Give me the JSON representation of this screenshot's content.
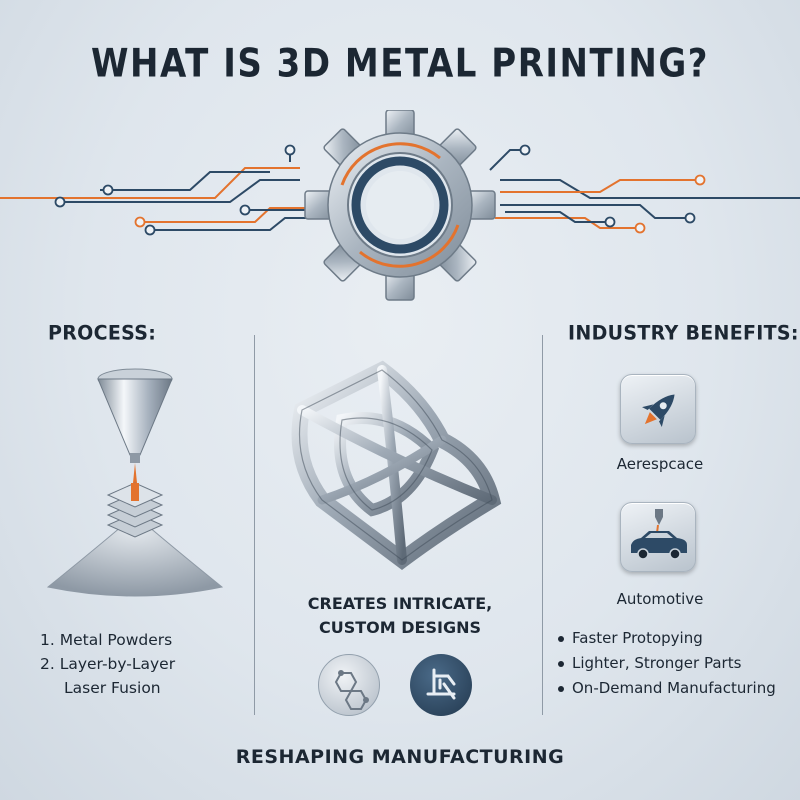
{
  "title": "WHAT IS 3D METAL PRINTING?",
  "process": {
    "heading": "PROCESS:",
    "steps": [
      "1. Metal Powders",
      "2. Layer-by-Layer",
      "Laser Fusion"
    ]
  },
  "center": {
    "line1": "CREATES INTRICATE,",
    "line2": "CUSTOM DESIGNS"
  },
  "benefits": {
    "heading": "INDUSTRY BENEFITS:",
    "industries": [
      "Aerespcace",
      "Automotive"
    ],
    "items": [
      "Faster Protopying",
      "Lighter, Stronger Parts",
      "On-Demand Manufacturing"
    ]
  },
  "footer": "RESHAPING MANUFACTURING",
  "colors": {
    "accent": "#e3732e",
    "navy": "#2d4a66",
    "text": "#1c2733",
    "steel": "#9aa6b2"
  },
  "icons": [
    "gear-icon",
    "nozzle-icon",
    "lattice-icon",
    "molecule-icon",
    "printer-arm-icon",
    "rocket-icon",
    "car-icon"
  ]
}
